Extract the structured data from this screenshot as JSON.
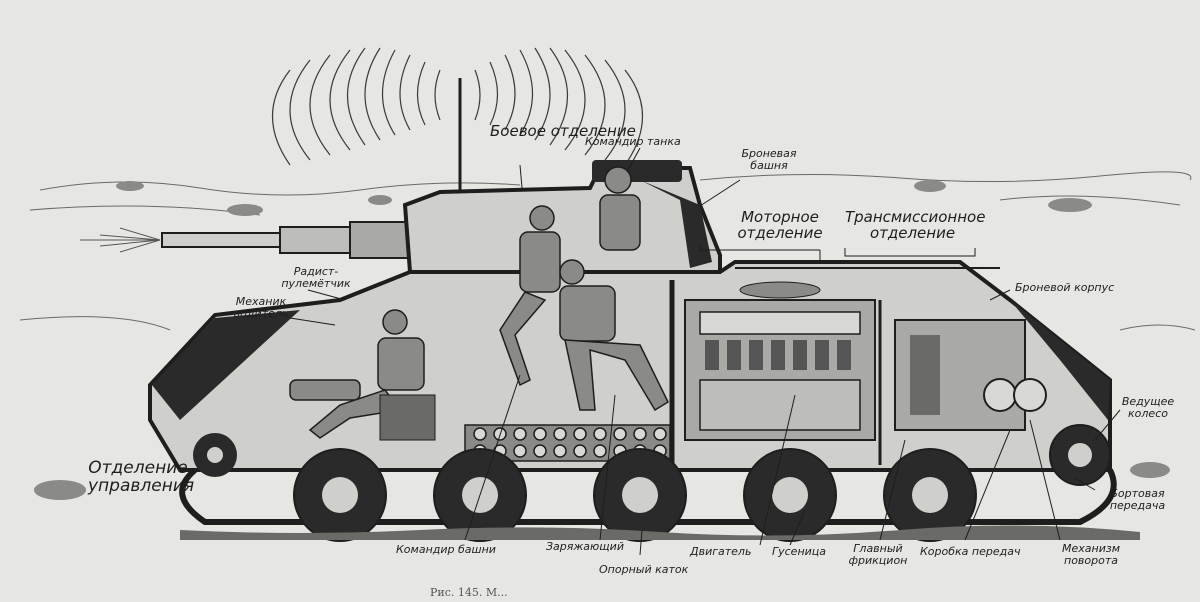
{
  "colors": {
    "paper": "#e6e6e2",
    "ink": "#1e1e1e",
    "hull_dark": "#2a2a2a",
    "interior": "#cfcfcb"
  },
  "labels": {
    "combat": "Боевое отделение",
    "commander_tank": "Командир танка",
    "armored_turret": "Броневая башня",
    "engine_compartment": "Моторное отделение",
    "transmission_compartment": "Трансмиссионное отделение",
    "armored_hull": "Броневой корпус",
    "radio_gunner": "Радист-пулемётчик",
    "driver_mechanic": "Механик водитель",
    "control_compartment": "Отделение управления",
    "drive_wheel": "Ведущее колесо",
    "final_drive": "Бортовая передача",
    "turret_commander": "Командир башни",
    "loader": "Заряжающий",
    "road_wheel": "Опорный каток",
    "engine": "Двигатель",
    "track": "Гусеница",
    "main_clutch": "Главный фрикцион",
    "gearbox": "Коробка передач",
    "steering_mechanism": "Механизм поворота"
  },
  "caption": "Рис. 145. М..."
}
